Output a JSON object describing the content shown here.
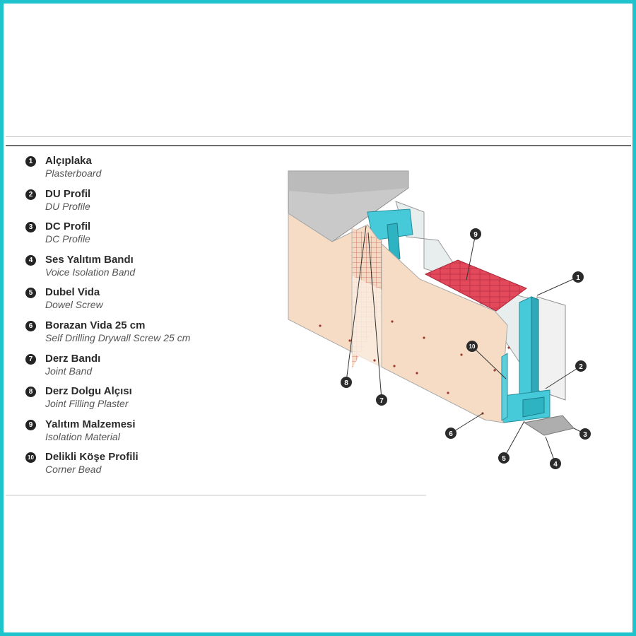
{
  "legend": [
    {
      "num": "1",
      "tr": "Alçıplaka",
      "en": "Plasterboard"
    },
    {
      "num": "2",
      "tr": "DU Profil",
      "en": "DU Profile"
    },
    {
      "num": "3",
      "tr": "DC Profil",
      "en": "DC Profile"
    },
    {
      "num": "4",
      "tr": "Ses Yalıtım Bandı",
      "en": "Voice Isolation Band"
    },
    {
      "num": "5",
      "tr": "Dubel Vida",
      "en": "Dowel Screw"
    },
    {
      "num": "6",
      "tr": "Borazan Vida 25 cm",
      "en": "Self Drilling Drywall Screw 25 cm"
    },
    {
      "num": "7",
      "tr": "Derz Bandı",
      "en": "Joint Band"
    },
    {
      "num": "8",
      "tr": "Derz Dolgu Alçısı",
      "en": "Joint Filling Plaster"
    },
    {
      "num": "9",
      "tr": "Yalıtım Malzemesi",
      "en": "Isolation Material"
    },
    {
      "num": "10",
      "tr": "Delikli Köşe Profili",
      "en": "Corner Bead"
    }
  ],
  "colors": {
    "frame": "#1ec3cb",
    "board": "#f6dcc4",
    "profile": "#46c9d8",
    "insulation": "#e3495b",
    "slab": "#d0d0d0"
  }
}
